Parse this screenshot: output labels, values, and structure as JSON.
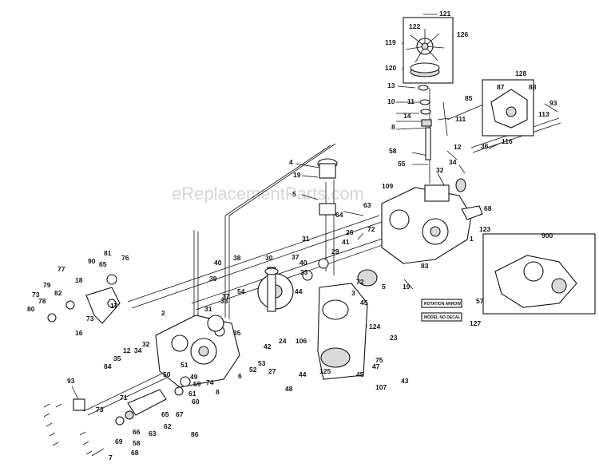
{
  "watermark": "eReplacementParts.com",
  "decals": {
    "upper": "ROTATION ARROW",
    "lower": "MODEL NO DECAL"
  },
  "callouts": [
    {
      "id": "c121",
      "label": "121"
    },
    {
      "id": "c122",
      "label": "122"
    },
    {
      "id": "c126",
      "label": "126"
    },
    {
      "id": "c119",
      "label": "119"
    },
    {
      "id": "c120",
      "label": "120"
    },
    {
      "id": "c13",
      "label": "13"
    },
    {
      "id": "c11",
      "label": "11"
    },
    {
      "id": "c10",
      "label": "10"
    },
    {
      "id": "c14",
      "label": "14"
    },
    {
      "id": "c8",
      "label": "8"
    },
    {
      "id": "c111",
      "label": "111"
    },
    {
      "id": "c85",
      "label": "85"
    },
    {
      "id": "c128",
      "label": "128"
    },
    {
      "id": "c87",
      "label": "87"
    },
    {
      "id": "c88",
      "label": "88"
    },
    {
      "id": "c93a",
      "label": "93"
    },
    {
      "id": "c113",
      "label": "113"
    },
    {
      "id": "c116",
      "label": "116"
    },
    {
      "id": "c36",
      "label": "36"
    },
    {
      "id": "c58",
      "label": "58"
    },
    {
      "id": "c55",
      "label": "55"
    },
    {
      "id": "c12a",
      "label": "12"
    },
    {
      "id": "c34a",
      "label": "34"
    },
    {
      "id": "c32a",
      "label": "32"
    },
    {
      "id": "c4",
      "label": "4"
    },
    {
      "id": "c19a",
      "label": "19"
    },
    {
      "id": "c5a",
      "label": "5"
    },
    {
      "id": "c109",
      "label": "109"
    },
    {
      "id": "c63",
      "label": "63"
    },
    {
      "id": "c64",
      "label": "64"
    },
    {
      "id": "c68",
      "label": "68"
    },
    {
      "id": "c72a",
      "label": "72"
    },
    {
      "id": "c123",
      "label": "123"
    },
    {
      "id": "c26",
      "label": "26"
    },
    {
      "id": "c1",
      "label": "1"
    },
    {
      "id": "c900",
      "label": "900"
    },
    {
      "id": "c31a",
      "label": "31"
    },
    {
      "id": "c41",
      "label": "41"
    },
    {
      "id": "c29",
      "label": "29"
    },
    {
      "id": "c37a",
      "label": "37"
    },
    {
      "id": "c40a",
      "label": "40"
    },
    {
      "id": "c30",
      "label": "30"
    },
    {
      "id": "c33a",
      "label": "33"
    },
    {
      "id": "c83",
      "label": "83"
    },
    {
      "id": "c38",
      "label": "38"
    },
    {
      "id": "c72b",
      "label": "72"
    },
    {
      "id": "c5b",
      "label": "5"
    },
    {
      "id": "c19b",
      "label": "19"
    },
    {
      "id": "c81",
      "label": "81"
    },
    {
      "id": "c90",
      "label": "90"
    },
    {
      "id": "c65a",
      "label": "65"
    },
    {
      "id": "c76",
      "label": "76"
    },
    {
      "id": "c77",
      "label": "77"
    },
    {
      "id": "c18",
      "label": "18"
    },
    {
      "id": "c73a",
      "label": "73"
    },
    {
      "id": "c79",
      "label": "79"
    },
    {
      "id": "c82",
      "label": "82"
    },
    {
      "id": "c78",
      "label": "78"
    },
    {
      "id": "c80",
      "label": "80"
    },
    {
      "id": "c17",
      "label": "17"
    },
    {
      "id": "c73b",
      "label": "73"
    },
    {
      "id": "c16",
      "label": "16"
    },
    {
      "id": "c40b",
      "label": "40"
    },
    {
      "id": "c39",
      "label": "39"
    },
    {
      "id": "c54",
      "label": "54"
    },
    {
      "id": "c44a",
      "label": "44"
    },
    {
      "id": "c3",
      "label": "3"
    },
    {
      "id": "c45a",
      "label": "45"
    },
    {
      "id": "c57",
      "label": "57"
    },
    {
      "id": "c127",
      "label": "127"
    },
    {
      "id": "c124",
      "label": "124"
    },
    {
      "id": "c2",
      "label": "2"
    },
    {
      "id": "c31b",
      "label": "31"
    },
    {
      "id": "c33b",
      "label": "33"
    },
    {
      "id": "c37b",
      "label": "37"
    },
    {
      "id": "c35a",
      "label": "35"
    },
    {
      "id": "c24",
      "label": "24"
    },
    {
      "id": "c42",
      "label": "42"
    },
    {
      "id": "c106",
      "label": "106"
    },
    {
      "id": "c23",
      "label": "23"
    },
    {
      "id": "c75",
      "label": "75"
    },
    {
      "id": "c47",
      "label": "47"
    },
    {
      "id": "c43",
      "label": "43"
    },
    {
      "id": "c107",
      "label": "107"
    },
    {
      "id": "c45b",
      "label": "45"
    },
    {
      "id": "c125",
      "label": "125"
    },
    {
      "id": "c44b",
      "label": "44"
    },
    {
      "id": "c48",
      "label": "48"
    },
    {
      "id": "c27",
      "label": "27"
    },
    {
      "id": "c53",
      "label": "53"
    },
    {
      "id": "c52",
      "label": "52"
    },
    {
      "id": "c6",
      "label": "6"
    },
    {
      "id": "c12b",
      "label": "12"
    },
    {
      "id": "c34b",
      "label": "34"
    },
    {
      "id": "c32b",
      "label": "32"
    },
    {
      "id": "c35b",
      "label": "35"
    },
    {
      "id": "c84",
      "label": "84"
    },
    {
      "id": "c50",
      "label": "50"
    },
    {
      "id": "c51",
      "label": "51"
    },
    {
      "id": "c49",
      "label": "49"
    },
    {
      "id": "c59",
      "label": "59"
    },
    {
      "id": "c74",
      "label": "74"
    },
    {
      "id": "c8b",
      "label": "8"
    },
    {
      "id": "c60",
      "label": "60"
    },
    {
      "id": "c61",
      "label": "61"
    },
    {
      "id": "c93b",
      "label": "93"
    },
    {
      "id": "c71",
      "label": "71"
    },
    {
      "id": "c65b",
      "label": "65"
    },
    {
      "id": "c67",
      "label": "67"
    },
    {
      "id": "c73c",
      "label": "73"
    },
    {
      "id": "c62",
      "label": "62"
    },
    {
      "id": "c86",
      "label": "86"
    },
    {
      "id": "c66",
      "label": "66"
    },
    {
      "id": "c63b",
      "label": "63"
    },
    {
      "id": "c58b",
      "label": "58"
    },
    {
      "id": "c69",
      "label": "69"
    },
    {
      "id": "c68b",
      "label": "68"
    },
    {
      "id": "c7",
      "label": "7"
    }
  ]
}
